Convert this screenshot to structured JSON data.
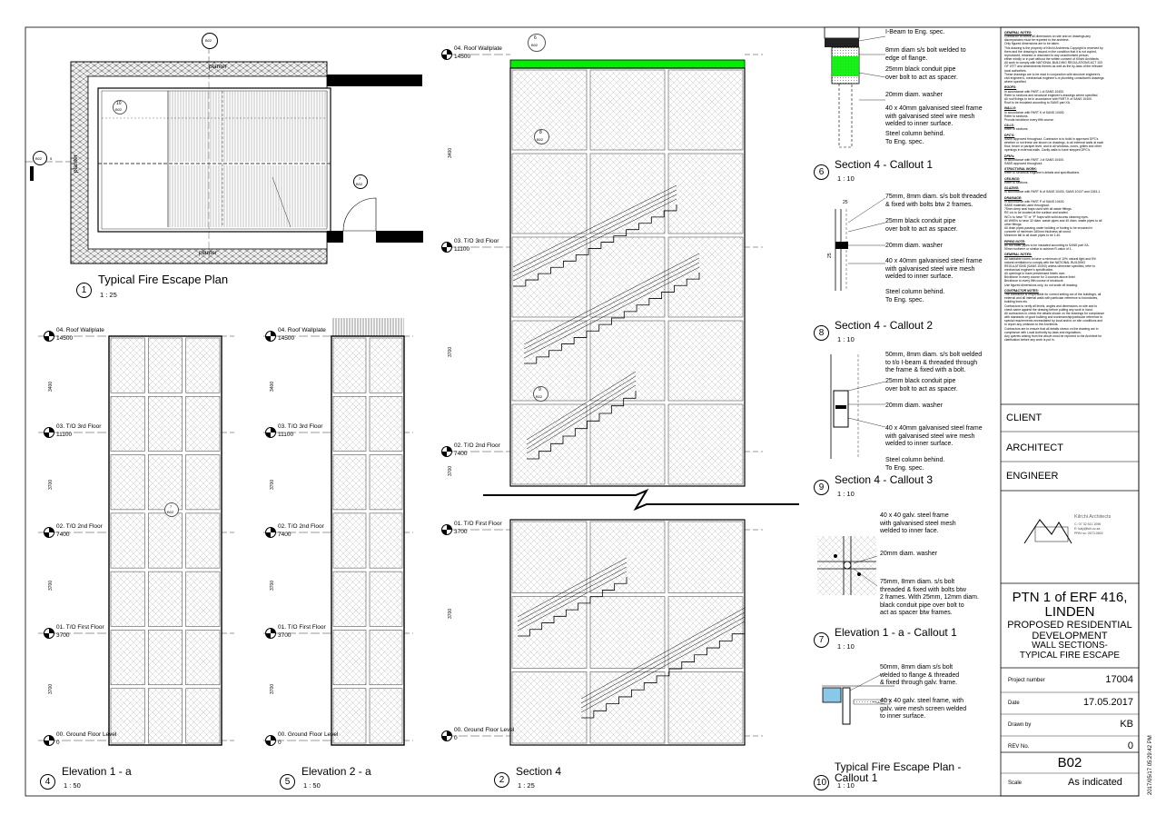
{
  "views": {
    "plan": {
      "number": "1",
      "title": "Typical Fire Escape Plan",
      "scale": "1 : 25",
      "labels": {
        "planter_top": "planter",
        "planter_bottom": "planter",
        "planter_left": "planter"
      },
      "section_marks": [
        {
          "id": "B02",
          "num": "",
          "dir": "6"
        },
        {
          "id": "B02",
          "num": "10"
        },
        {
          "id": "B02",
          "num": "6"
        },
        {
          "id": "B02",
          "num": "5"
        },
        {
          "id": "B02",
          "num": "7"
        }
      ]
    },
    "elevation1a": {
      "number": "4",
      "title": "Elevation 1 - a",
      "scale": "1 : 50",
      "callout": {
        "num": "7",
        "sheet": "B02"
      }
    },
    "elevation2a": {
      "number": "5",
      "title": "Elevation 2 - a",
      "scale": "1 : 50"
    },
    "section4": {
      "number": "2",
      "title": "Section 4",
      "scale": "1 : 25",
      "callouts": [
        {
          "num": "6",
          "sheet": "B02"
        },
        {
          "num": "8",
          "sheet": "B02"
        },
        {
          "num": "9",
          "sheet": "B02"
        }
      ]
    }
  },
  "levels": {
    "roof": {
      "name": "04. Roof Wallplate",
      "elev": "14500"
    },
    "third": {
      "name": "03. T/O 3rd Floor",
      "elev": "11100"
    },
    "second": {
      "name": "02. T/O 2nd Floor",
      "elev": "7400"
    },
    "first": {
      "name": "01. T/O First Floor",
      "elev": "3700"
    },
    "ground": {
      "name": "00. Ground Floor Level",
      "elev": "0"
    }
  },
  "dimensions": {
    "d1": "3400",
    "d2": "3700",
    "d3": "3700",
    "d4": "3700"
  },
  "callouts": [
    {
      "number": "6",
      "title": "Section 4 - Callout 1",
      "scale": "1 : 10",
      "notes": [
        "I-Beam to Eng. spec.",
        "8mm diam s/s bolt welded to\nedge of flange.",
        "25mm black conduit pipe\nover bolt to act as spacer.",
        "20mm diam. washer",
        "40 x 40mm galvanised steel frame\nwith galvanised steel wire mesh\nwelded to inner surface.",
        "Steel column behind.\nTo Eng. spec."
      ]
    },
    {
      "number": "8",
      "title": "Section 4 - Callout 2",
      "scale": "1 : 10",
      "notes": [
        "75mm, 8mm diam. s/s bolt threaded\n& fixed with bolts btw 2 frames.",
        "25mm black conduit pipe\nover bolt to act as spacer.",
        "20mm diam. washer",
        "40 x 40mm galvanised steel frame\nwith galvanised steel wire mesh\nwelded to inner surface.",
        "Steel column behind.\nTo Eng. spec."
      ],
      "dims": {
        "a": "25",
        "b": "25"
      }
    },
    {
      "number": "9",
      "title": "Section 4 - Callout 3",
      "scale": "1 : 10",
      "notes": [
        "50mm, 8mm diam. s/s bolt welded\nto t/o I-beam & threaded through\nthe frame & fixed with a bolt.",
        "25mm black conduit pipe\nover bolt to act as spacer.",
        "20mm diam. washer",
        "40 x 40mm galvanised steel frame\nwith galvanised steel wire mesh\nwelded to inner surface.",
        "Steel column behind.\nTo Eng. spec."
      ]
    },
    {
      "number": "7",
      "title": "Elevation 1 - a - Callout 1",
      "scale": "1 : 10",
      "notes": [
        "40 x 40 galv. steel frame\nwith galvanised steel mesh\nwelded to inner face.",
        "20mm diam. washer",
        "75mm, 8mm diam. s/s bolt\nthreaded & fixed with bolts btw\n2 frames. With 25mm, 12mm diam.\nblack conduit pipe over bolt to\nact as spacer btw frames."
      ]
    },
    {
      "number": "10",
      "title": "Typical Fire Escape Plan -\nCallout 1",
      "scale": "1 : 10",
      "notes": [
        "50mm, 8mm diam s/s bolt\nwelded to flange & threaded\n& fixed through galv. frame.",
        "40 x 40 galv. steel frame, with\ngalv. wire mesh screen welded\nto inner surface."
      ]
    }
  ],
  "general_notes": [
    {
      "h": "GENERAL NOTES:",
      "b": "Contractor to check all dimensions on site and on drawings,any\ndiscrepancies must be reported to the architect.\nOnly figured dimensions are to be taken.\nThis drawing is the property of Kilrchi Architects.Copyright is reserved by\nthem and the drawing is issued on the condition that it is not copied,\nreproduced, retained or disclosed to any unauthorised person,\neither wholly or in part without the written consent of Kilrchi Architects.\nAll work to comply with NATIONAL BUILDING REGULATIONS ACT 103\nOF 1977 and amendments thereto as well as the by-laws of the relevant\nlocal authorities.\nThese drawings are to be read in conjunction with structure engineer's,\ncivil engineer's, mechanical engineer's or plumbing consultant's drawings\nwhere specified."
    },
    {
      "h": "ROOFS:",
      "b": "In accordance with PART L of SANS 10400.\nRefer to sections and structural engineer's drawings where specified.\nAll roof fixings to be in accordance with PART K of SANS 10400.\nRoof to be insulated according to SANS part XA."
    },
    {
      "h": "WALLS:",
      "b": "In accordance with PART K of SANS 10400.\nRefer to sections.\nProvide brickforce every fifth course."
    },
    {
      "h": "CILLS:",
      "b": "Refer to sections."
    },
    {
      "h": "DPC'S:",
      "b": "SABS approved throughout. Contractor is to build in approved DPC's\nwhether or not these are shown on drawings, to all external walls at each\nfloor, beam or parapet level, and to all windows, doors, grilles and other\nopenings in external walls. Cavity walls to have stepped DPC's."
    },
    {
      "h": "DPM's:",
      "b": "In accordance with PART J of SANS 10400.\nSABS approved throughout."
    },
    {
      "h": "STRUCTURAL WORK:",
      "b": "Refer to structural engineer's details and specifications."
    },
    {
      "h": "CEILINGS:",
      "b": "Refer to sections."
    },
    {
      "h": "GLAZING:",
      "b": "In accordance with PART N of SANS 10400, SANS 10137 and 1263-1."
    },
    {
      "h": "DRAINAGE:",
      "b": "In accordance with PART P of SANS 10400.\nSABS materials used throughout.\n75mm deep seal traps used with all waste fittings.\nRE c/o to be located at the surface and sealed.\nWC's to have \"S\" or \"P\" traps with solid access cleaning eyes.\nAll WHB's to have 32 diam. waste pipes and 40 diam. waste pipes to all\nother fittings.\nAll drain pipes passing under building or footing to be encased in\nconcrete of minimum 160mm thickness all round.\nMinimum fall to all down pipes to be 1:40."
    },
    {
      "h": "PIPING NOTE:",
      "b": "All hot water pipes to be insulated according to SANS part XA.\n90mm isotherm or similar to achieve R-value of 1."
    },
    {
      "h": "GENERAL NOTES:",
      "b": "All habitable rooms to have a minimum of 10% natural light and 5%\nnatural ventilation to comply with the NATIONAL BUILDING\nREGULATIONS (SANS 10400) unless otherwise specified, refer to\nmechanical engineer's specification.\nAll openings to have prestressed lintels over.\nBrickforce in every course for 3 courses above lintel.\nBrickforce to every fifth course of brickwork.\nUse figured dimensions only, do not scale off drawing."
    },
    {
      "h": "CONTRACTOR NOTES:",
      "b": "The contractor is responsible for correct setting out of the building/s, all\nexternal and all internal walls with particular reference to boundaries,\nbuilding lines etc.\nContractors to verify all levels, angles and dimensions on site and to\ncheck same against the drawing before putting any work in hand.\nAll contractors to check the details shown on the drawings for compliance\nwith standards of good building and workmanship/particular reference to\nspecial requirements necessitated by local and/or on site conditions and\nto report any omission to the Architects.\nContractors are to ensure that all details shown on the drawing are in\ncompliance with Local Authority by-laws and regulations.\nAny queries arising from the above must be reported to the Architect for\nclarification before any work is put in."
    }
  ],
  "title_block": {
    "client": "CLIENT",
    "architect": "ARCHITECT",
    "engineer": "ENGINEER",
    "firm": {
      "name": "Kilrchi Architects",
      "lines": [
        "C: 07 32 611 1096",
        "E: kaly@kilr.co.za",
        "PRN no: 2673-0602"
      ]
    },
    "project_line1": "PTN 1 of ERF 416,",
    "project_line2": "LINDEN",
    "project_line3": "PROPOSED RESIDENTIAL",
    "project_line4": "DEVELOPMENT",
    "sheet_title1": "WALL SECTIONS-",
    "sheet_title2": "TYPICAL FIRE ESCAPE",
    "rows": [
      {
        "label": "Project number",
        "value": "17004"
      },
      {
        "label": "Date",
        "value": "17.05.2017"
      },
      {
        "label": "Drawn by",
        "value": "KB"
      },
      {
        "label": "REV No.",
        "value": "0"
      }
    ],
    "sheet_number": "B02",
    "scale_label": "Scale",
    "scale_value": "As indicated",
    "timestamp": "2017/05/17 05:29:42 PM"
  },
  "colors": {
    "beam": "#00ee00",
    "ink": "#000000",
    "mesh": "#9a9a9a"
  }
}
